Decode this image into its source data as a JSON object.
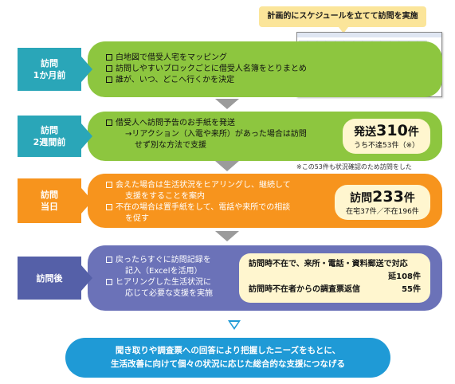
{
  "callout": "計画的にスケジュールを立てて訪問を実施",
  "stages": [
    {
      "label_lines": [
        "訪問",
        "1か月前"
      ],
      "items": [
        "白地図で借受人宅をマッピング",
        "訪問しやすいブロックごとに借受人名簿をとりまとめ",
        "誰が、いつ、どこへ行くかを決定"
      ]
    },
    {
      "label_lines": [
        "訪問",
        "2週間前"
      ],
      "items": [
        "借受人へ訪問予告のお手紙を発送"
      ],
      "sub_lines": [
        "→リアクション（入電や来所）があった場合は訪問",
        "せず別な方法で支援"
      ],
      "stat": {
        "main_prefix": "発送",
        "main_number": "310",
        "main_suffix": "件",
        "sub": "うち不達53件（※）"
      },
      "note": "※この53件も状況確認のため訪問をした"
    },
    {
      "label_lines": [
        "訪問",
        "当日"
      ],
      "items": [
        "会えた場合は生活状況をヒアリングし、継続して",
        "不在の場合は置手紙をして、電話や来所での相談"
      ],
      "cont": [
        "支援をすることを案内",
        "を促す"
      ],
      "stat": {
        "main_prefix": "訪問",
        "main_number": "233",
        "main_suffix": "件",
        "sub": "在宅37件／不在196件"
      }
    },
    {
      "label_lines": [
        "訪問後"
      ],
      "items": [
        "戻ったらすぐに訪問記録を",
        "ヒアリングした生活状況に"
      ],
      "cont": [
        "記入（Excelを活用）",
        "応じて必要な支援を実施"
      ],
      "stat_lines": [
        {
          "text": "訪問時不在で、来所・電話・資料郵送で対応",
          "value": ""
        },
        {
          "text": "",
          "value": "延108件"
        },
        {
          "text": "訪問時不在者からの調査票返信",
          "value": "55件"
        }
      ]
    }
  ],
  "final_lines": [
    "聞き取りや調査票への回答により把握したニーズをもとに、",
    "生活改善に向けて個々の状況に応じた総合的な支援につなげる"
  ],
  "colors": {
    "stage1": "#8dc63f",
    "stage2": "#8dc63f",
    "stage3": "#f7941d",
    "stage4": "#6b72b8",
    "label1": "#2aa6b8",
    "label4": "#5560a8",
    "final": "#1f9ad6"
  }
}
